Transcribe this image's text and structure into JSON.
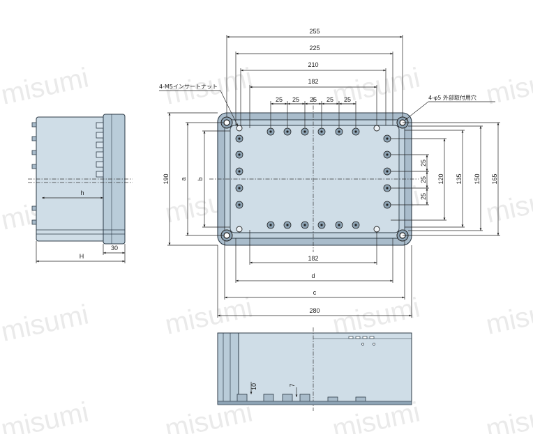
{
  "watermark": "misumi",
  "colors": {
    "body": "#cfdde7",
    "body_dark": "#a9bccb",
    "edge": "#2c3a46"
  },
  "front_view": {
    "dims_top": [
      "255",
      "225",
      "210",
      "182"
    ],
    "pitch": "25",
    "dims_right": [
      "25",
      "25",
      "25",
      "120",
      "135",
      "150",
      "165"
    ],
    "dims_left": [
      "190",
      "a",
      "b"
    ],
    "dims_bottom": [
      "182",
      "d",
      "c",
      "280"
    ],
    "insert_nut_label": "4-M5インサートナット",
    "mount_hole_label": "4-φ5 外部取付用穴"
  },
  "side_view": {
    "dim_h": "h",
    "dim_H": "H",
    "dim_30": "30"
  },
  "bottom_view": {
    "dim_10": "10",
    "dim_7": "7"
  }
}
